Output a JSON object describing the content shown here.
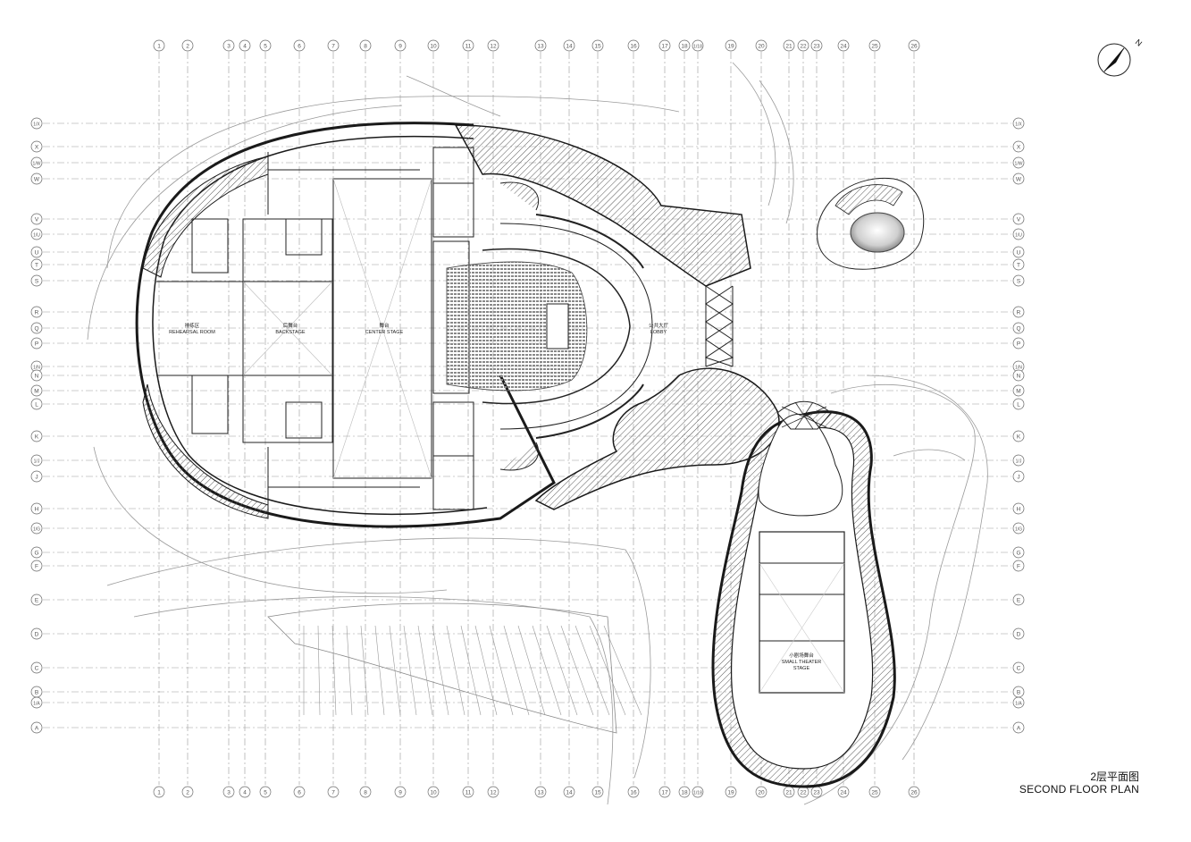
{
  "grid": {
    "columns": [
      "1",
      "2",
      "3",
      "4",
      "5",
      "6",
      "7",
      "8",
      "9",
      "10",
      "11",
      "12",
      "13",
      "14",
      "15",
      "16",
      "17",
      "18",
      "1/18",
      "19",
      "20",
      "21",
      "22",
      "23",
      "24",
      "25",
      "26"
    ],
    "rows": [
      "1/X",
      "X",
      "1/W",
      "W",
      "V",
      "1/U",
      "U",
      "T",
      "S",
      "R",
      "Q",
      "P",
      "1/N",
      "N",
      "M",
      "L",
      "K",
      "1/J",
      "J",
      "H",
      "1/G",
      "G",
      "F",
      "E",
      "D",
      "C",
      "B",
      "1/A",
      "A"
    ]
  },
  "rooms": [
    {
      "key": "rehearsal",
      "cn": "排练区",
      "en": "REHEARSAL ROOM"
    },
    {
      "key": "backstage",
      "cn": "后舞台",
      "en": "BACKSTAGE"
    },
    {
      "key": "center",
      "cn": "舞台",
      "en": "CENTER STAGE"
    },
    {
      "key": "lobby",
      "cn": "公共大厅",
      "en": "LOBBY"
    },
    {
      "key": "small",
      "cn": "小剧场舞台",
      "en": "SMALL THEATER STAGE"
    }
  ],
  "title": {
    "cn": "2层平面图",
    "en": "SECOND FLOOR PLAN"
  },
  "north": {
    "label": "N"
  },
  "colors": {
    "line": "#222222",
    "grid": "#9a9a9a",
    "hatch": "#555555",
    "wall": "#1a1a1a"
  }
}
